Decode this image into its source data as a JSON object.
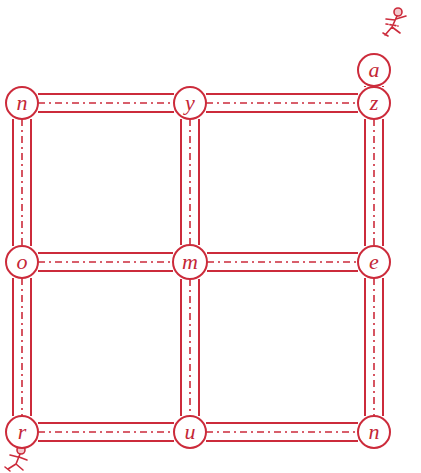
{
  "diagram": {
    "nodes": [
      {
        "text": [
          "a"
        ]
      },
      {
        "text": [
          "n"
        ]
      },
      {
        "text": [
          "y"
        ]
      },
      {
        "text": [
          "z"
        ]
      },
      {
        "text": [
          "o"
        ]
      },
      {
        "text": [
          "m"
        ]
      },
      {
        "text": [
          "e"
        ]
      },
      {
        "text": [
          "r"
        ]
      },
      {
        "text": [
          "u"
        ]
      },
      {
        "text": [
          "n"
        ]
      }
    ],
    "edges": [
      {
        "from": 0,
        "to": 3,
        "arrow": "none"
      },
      {
        "from": 1,
        "to": 2,
        "arrow": "none"
      },
      {
        "from": 2,
        "to": 3,
        "arrow": "none"
      },
      {
        "from": 1,
        "to": 4,
        "arrow": "none"
      },
      {
        "from": 2,
        "to": 5,
        "arrow": "none"
      },
      {
        "from": 3,
        "to": 6,
        "arrow": "none"
      },
      {
        "from": 4,
        "to": 5,
        "arrow": "none"
      },
      {
        "from": 5,
        "to": 6,
        "arrow": "none"
      },
      {
        "from": 4,
        "to": 7,
        "arrow": "none"
      },
      {
        "from": 5,
        "to": 8,
        "arrow": "none"
      },
      {
        "from": 6,
        "to": 9,
        "arrow": "none"
      },
      {
        "from": 7,
        "to": 8,
        "arrow": "none"
      },
      {
        "from": 8,
        "to": 9,
        "arrow": "none"
      }
    ]
  }
}
